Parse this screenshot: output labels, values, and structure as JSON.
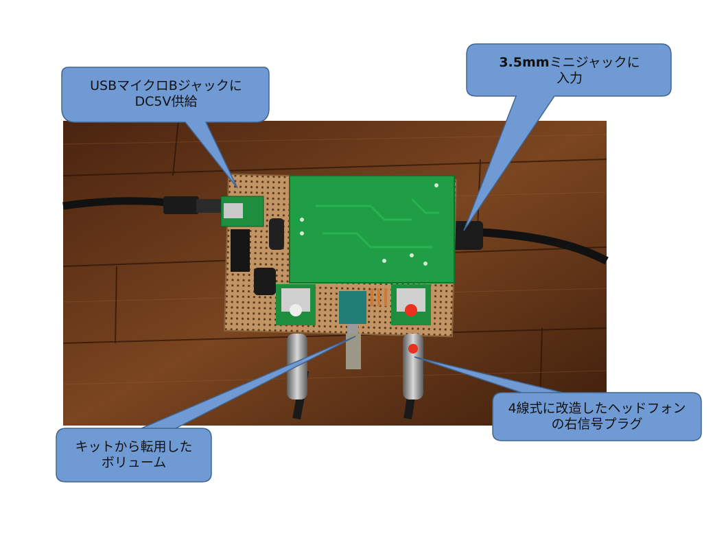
{
  "callouts": {
    "usb": {
      "line1": "USBマイクロBジャックに",
      "line2": "DC5V供給"
    },
    "jack_input": {
      "line1_bold": "3.5mm",
      "line1_rest": "ミニジャックに",
      "line2": "入力"
    },
    "volume": {
      "line1": "キットから転用した",
      "line2": "ボリューム"
    },
    "headphone_plug": {
      "line1": "4線式に改造したヘッドフォン",
      "line2": "の右信号プラグ"
    }
  },
  "colors": {
    "callout_fill": "#6f9ad3",
    "callout_stroke": "#41648f",
    "pcb_green": "#1f9e46",
    "protoboard": "#b88a5a",
    "floor": "#6b3b1c",
    "red_dot": "#e8321e"
  }
}
